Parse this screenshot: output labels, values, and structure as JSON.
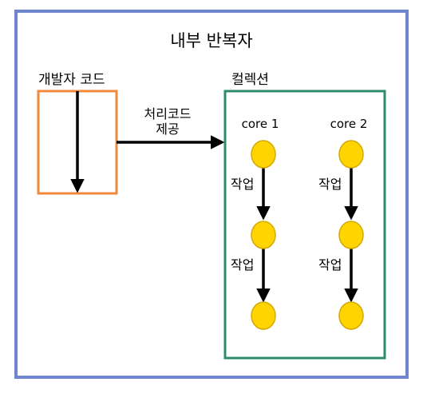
{
  "title": "내부 반복자",
  "developer_code": {
    "label": "개발자 코드"
  },
  "provide_arrow": {
    "line1": "처리코드",
    "line2": "제공"
  },
  "collection": {
    "label": "컬렉션",
    "cores": [
      {
        "label": "core 1",
        "task_labels": [
          "작업",
          "작업"
        ]
      },
      {
        "label": "core 2",
        "task_labels": [
          "작업",
          "작업"
        ]
      }
    ]
  },
  "colors": {
    "outer_border": "#6f86cf",
    "developer_box": "#f08a3c",
    "collection_box": "#2e8b6e",
    "node_fill": "#ffd400",
    "node_stroke": "#d4a800",
    "arrow": "#000000"
  }
}
